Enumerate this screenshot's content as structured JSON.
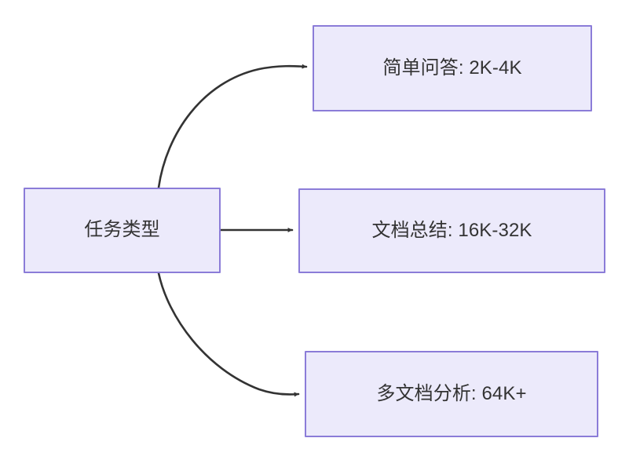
{
  "diagram": {
    "type": "flowchart",
    "direction": "left-to-right",
    "background_color": "#FFFFFF",
    "node_fill_color": "#ECEAFB",
    "node_border_color": "#8B7CD8",
    "node_text_color": "#333333",
    "edge_color": "#333333",
    "source": {
      "id": "task-type",
      "label": "任务类型"
    },
    "targets": [
      {
        "id": "simple-qa",
        "label": "简单问答: 2K-4K"
      },
      {
        "id": "doc-summary",
        "label": "文档总结: 16K-32K"
      },
      {
        "id": "multidoc-analysis",
        "label": "多文档分析: 64K+"
      }
    ],
    "edges": [
      {
        "from": "task-type",
        "to": "simple-qa",
        "style": "curved",
        "arrowhead": "solid-triangle"
      },
      {
        "from": "task-type",
        "to": "doc-summary",
        "style": "straight",
        "arrowhead": "solid-triangle"
      },
      {
        "from": "task-type",
        "to": "multidoc-analysis",
        "style": "curved",
        "arrowhead": "solid-triangle"
      }
    ]
  }
}
